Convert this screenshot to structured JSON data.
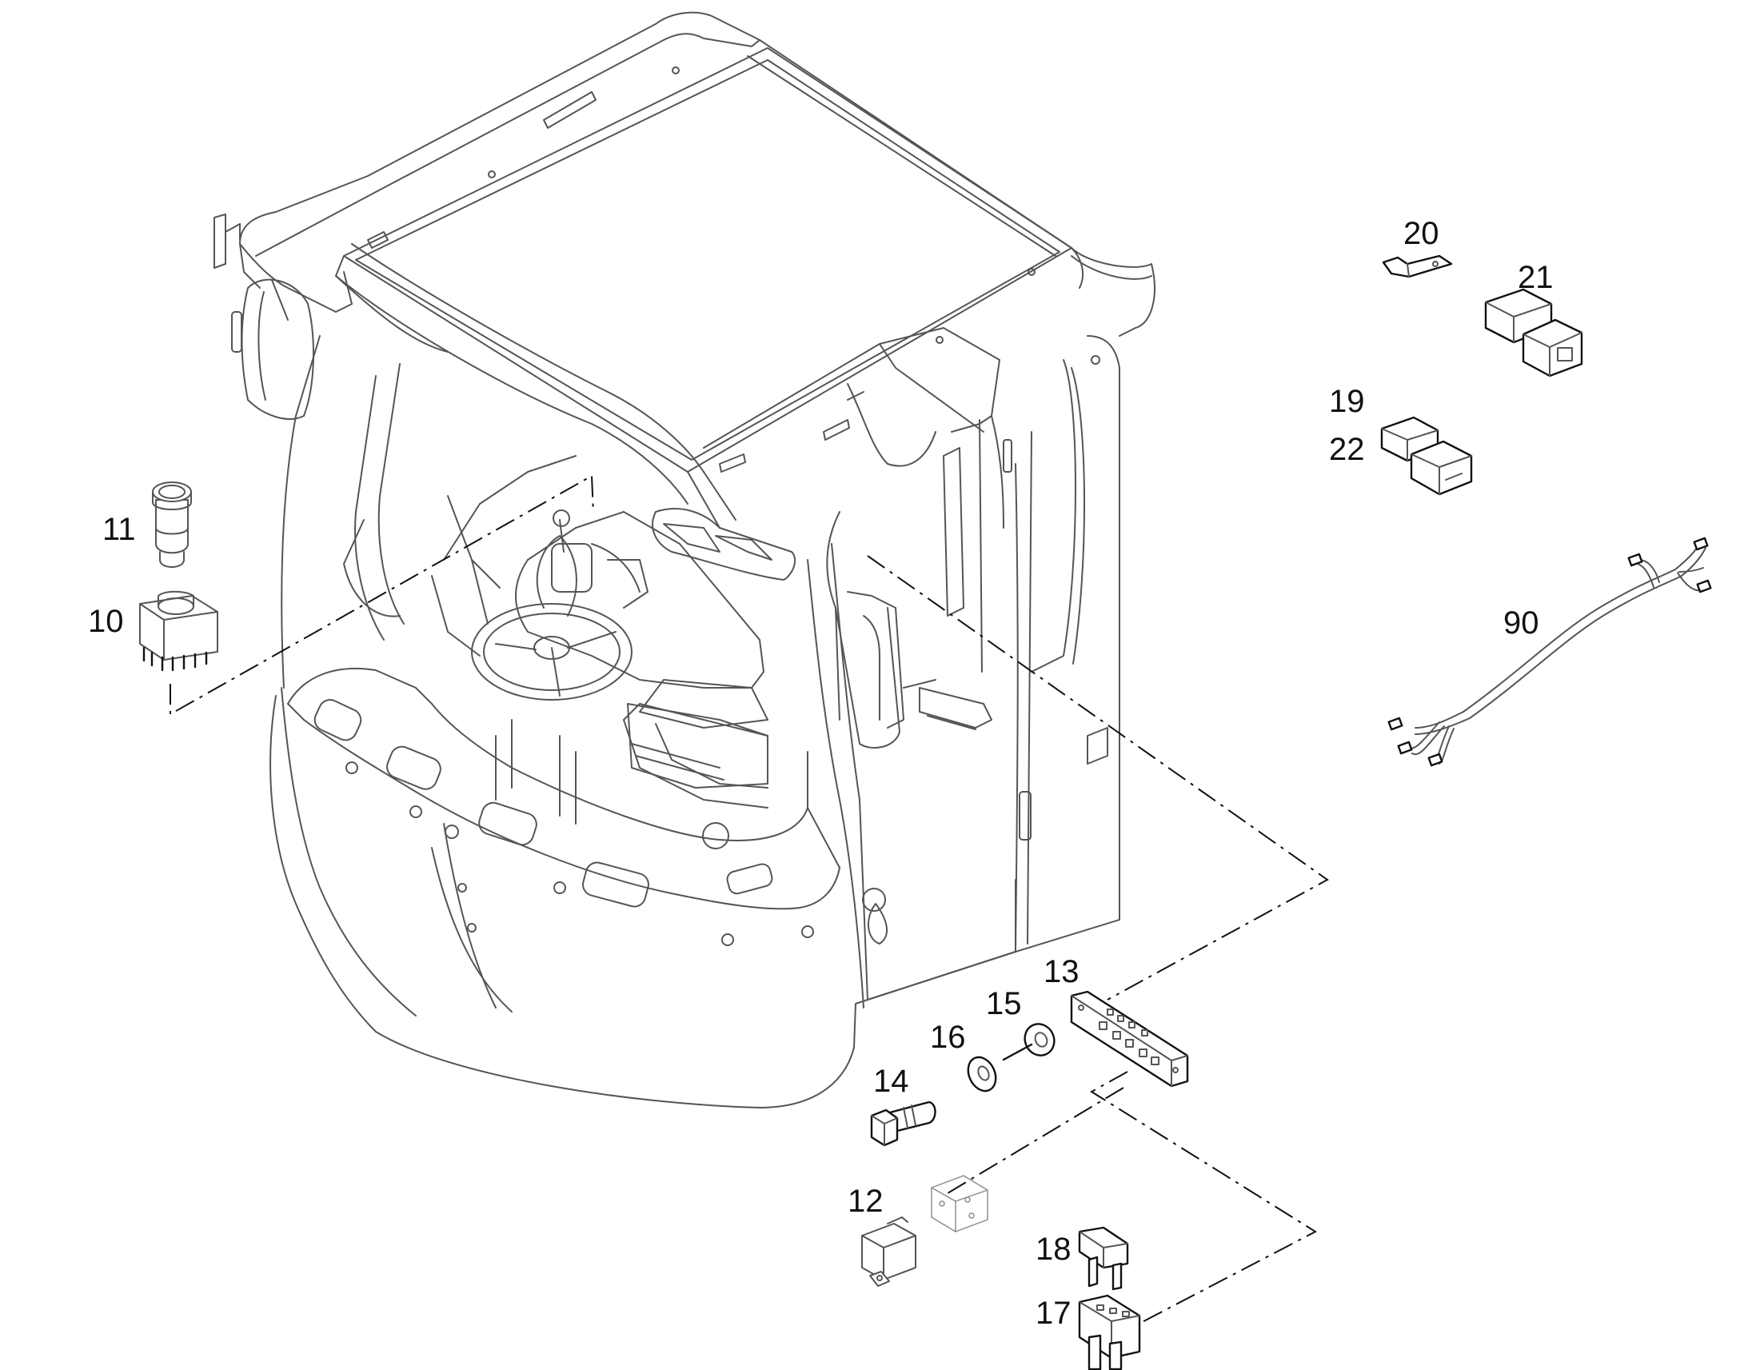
{
  "callouts": {
    "c10": "10",
    "c11": "11",
    "c12": "12",
    "c13": "13",
    "c14": "14",
    "c15": "15",
    "c16": "16",
    "c17": "17",
    "c18": "18",
    "c19": "19",
    "c20": "20",
    "c21": "21",
    "c22": "22",
    "c90": "90"
  }
}
